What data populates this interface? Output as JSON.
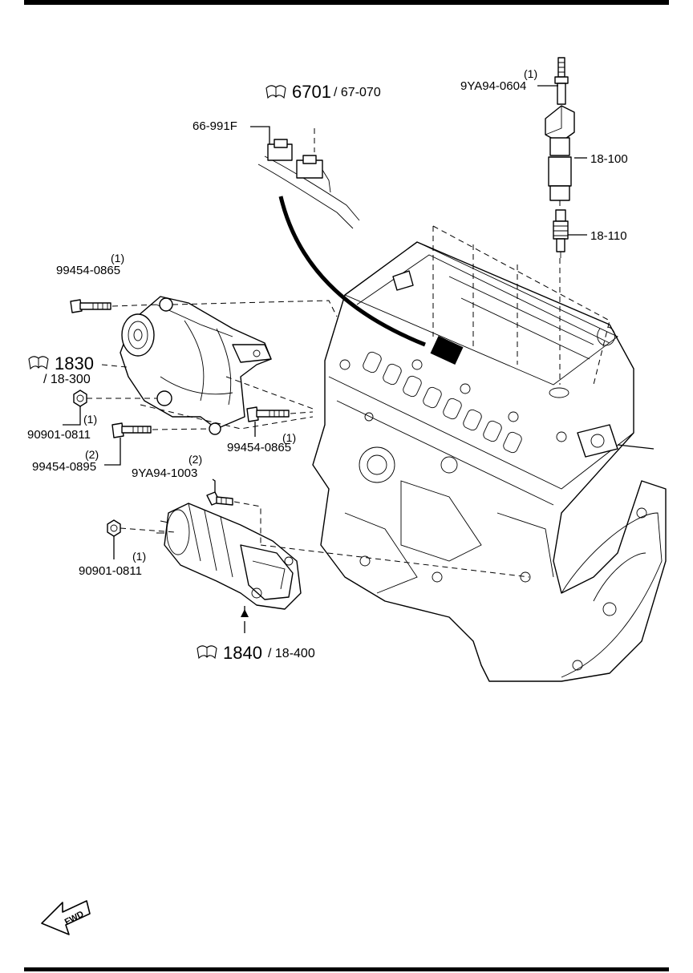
{
  "callouts": {
    "wiring": {
      "ref": "6701",
      "sub": "/ 67-070"
    },
    "alternator": {
      "ref": "1830",
      "sub": "/ 18-300"
    },
    "starter": {
      "ref": "1840",
      "sub": "/ 18-400"
    }
  },
  "parts": {
    "harness_clip": "66-991F",
    "coil_bolt": {
      "qty": "(1)",
      "number": "9YA94-0604"
    },
    "ignition_coil": "18-100",
    "spark_plug": "18-110",
    "alt_bolt_upper": {
      "qty": "(1)",
      "number": "99454-0865"
    },
    "alt_nut": {
      "qty": "(1)",
      "number": "90901-0811"
    },
    "alt_bolt_lower": {
      "qty": "(2)",
      "number": "99454-0895"
    },
    "alt_bolt_right": {
      "number": "99454-0865",
      "qty": "(1)"
    },
    "starter_stud": {
      "qty": "(2)",
      "number": "9YA94-1003"
    },
    "starter_nut": {
      "number": "90901-0811",
      "qty": "(1)"
    }
  },
  "fwd_label": "FWD",
  "icons": {
    "reference": "reference-book-icon",
    "direction": "fwd-arrow-icon"
  }
}
